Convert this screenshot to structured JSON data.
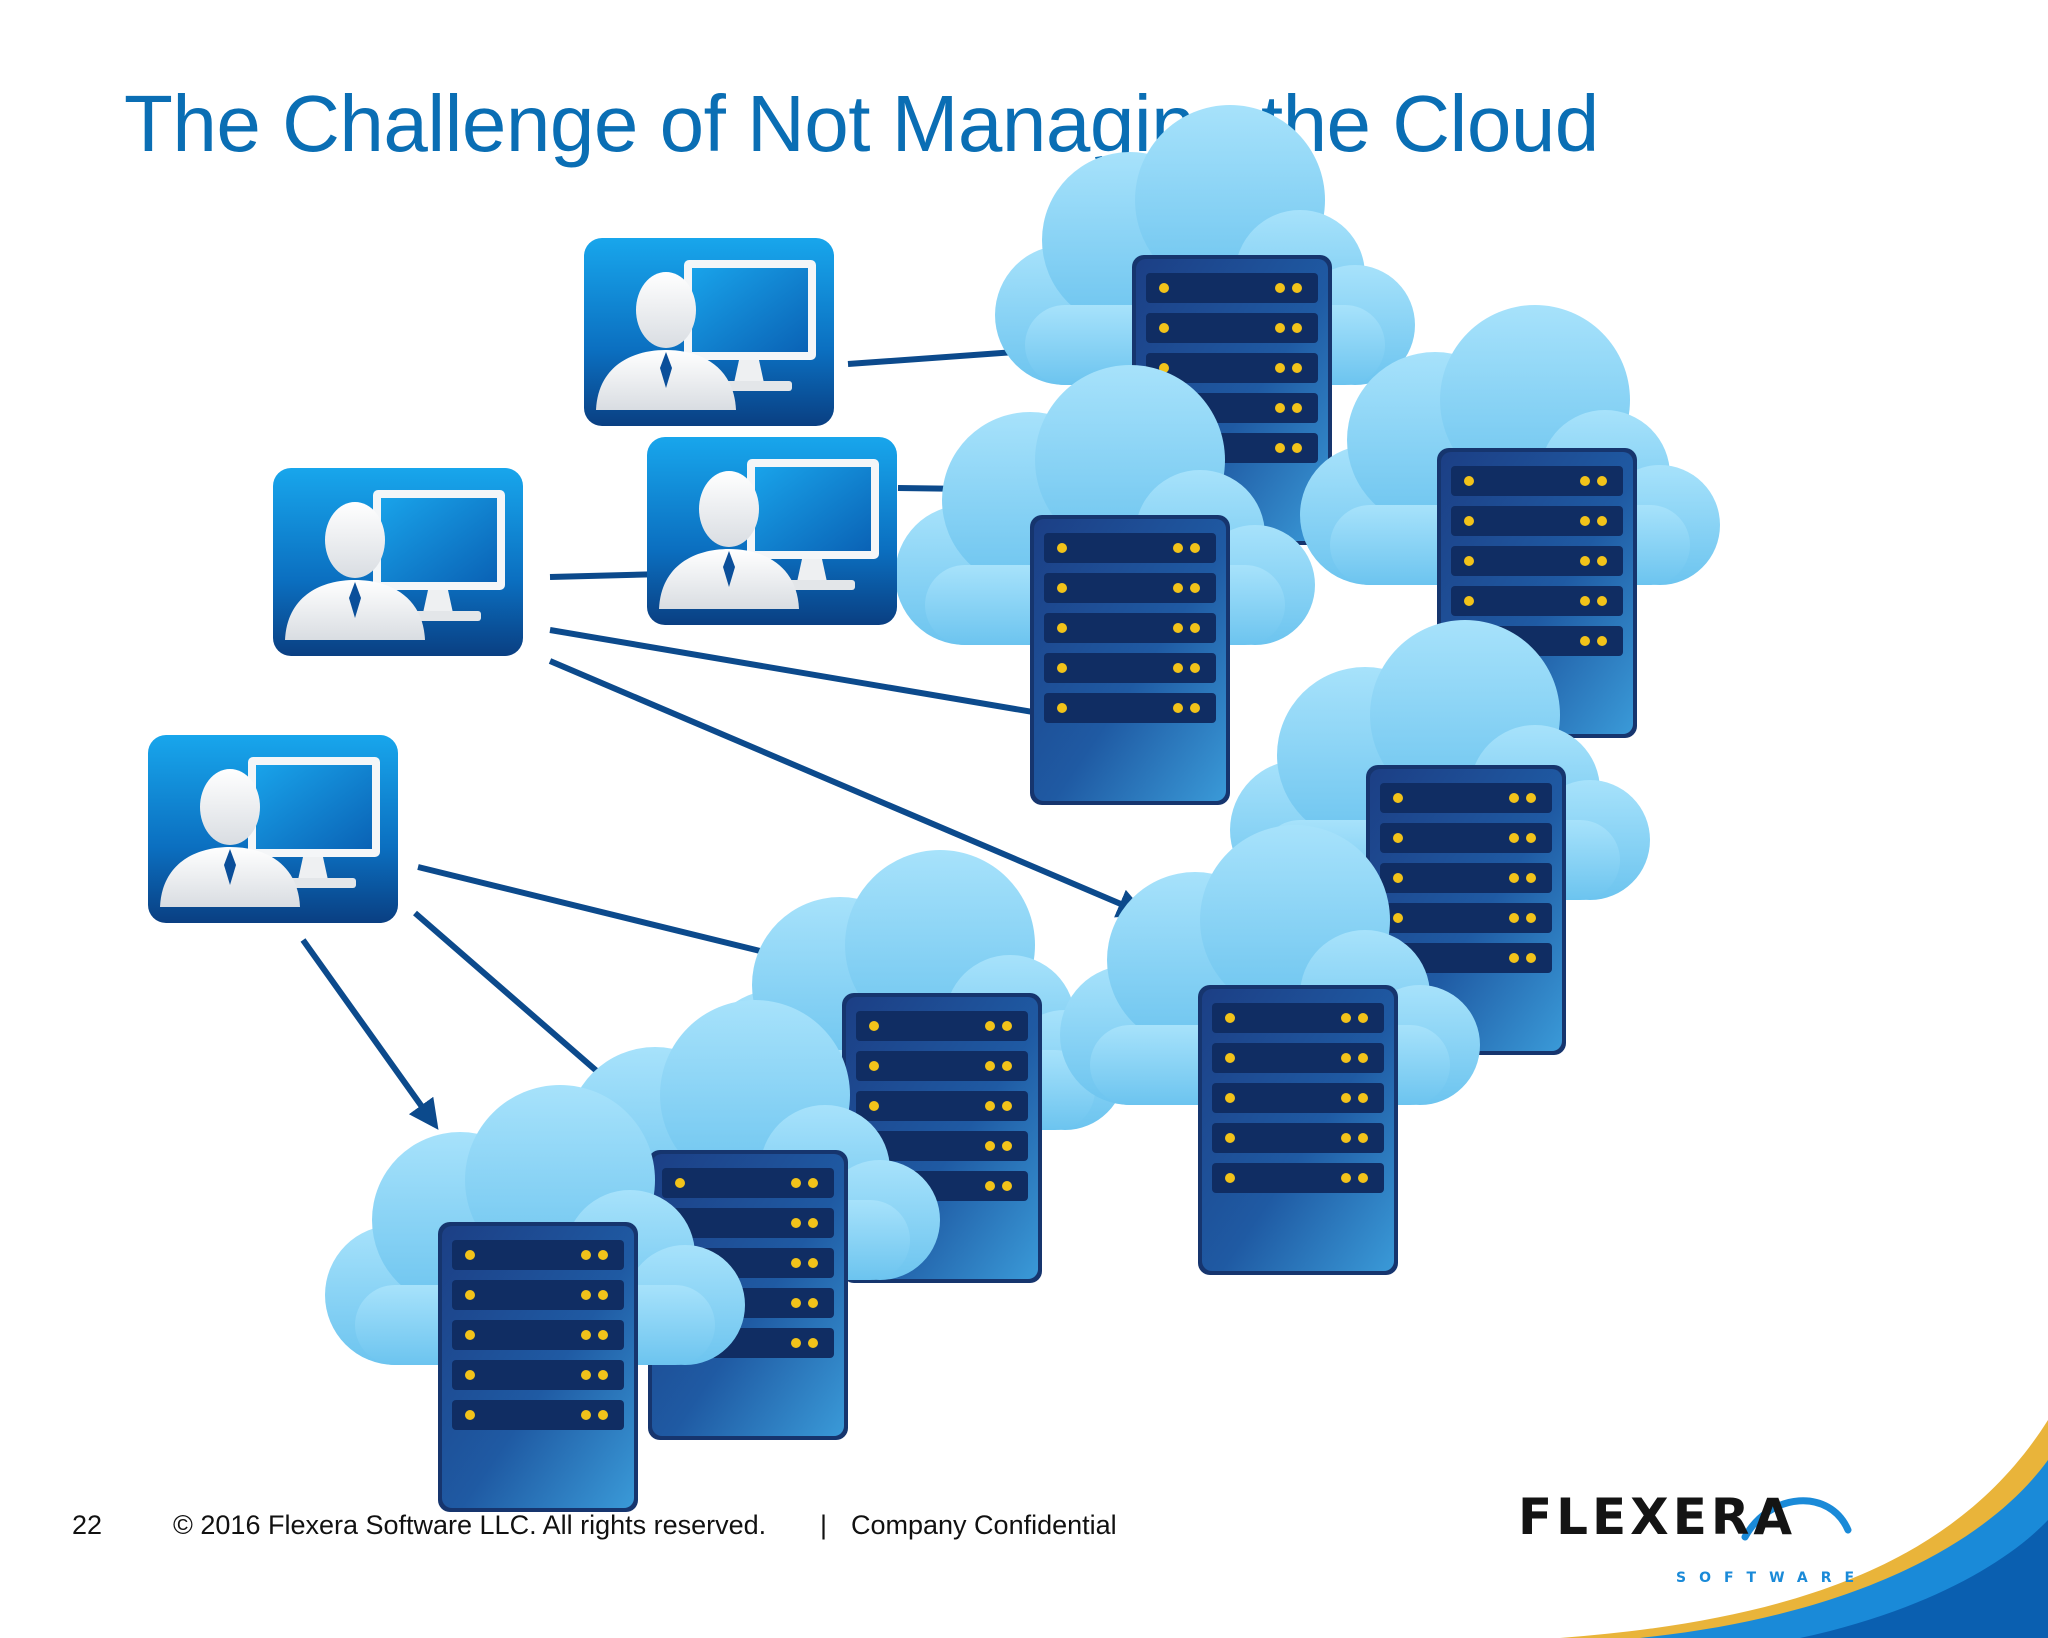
{
  "slide": {
    "title": "The Challenge of Not Managing the Cloud",
    "page_number": "22",
    "copyright": "© 2016 Flexera Software LLC. All rights reserved.",
    "separator": "|",
    "confidentiality": "Company Confidential"
  },
  "logo": {
    "wordmark": "FLEXERA",
    "subtitle": "SOFTWARE"
  },
  "colors": {
    "title": "#0a6eb4",
    "arrow": "#0c4a8c",
    "cloud": "#86d3f6",
    "server": "#1d4d94",
    "user_tile": "#0a78cc",
    "swoosh_gold": "#e9b43a",
    "swoosh_blue": "#1a8ad8"
  },
  "diagram": {
    "users": [
      "user-1",
      "user-2",
      "user-3",
      "user-4"
    ],
    "cloud_servers": [
      "cloud-1",
      "cloud-2",
      "cloud-3",
      "cloud-4",
      "cloud-5",
      "cloud-6",
      "cloud-7",
      "cloud-8"
    ],
    "connections": [
      {
        "from": "user-1",
        "to": "cloud-1"
      },
      {
        "from": "user-2",
        "to": "cloud-2"
      },
      {
        "from": "user-3",
        "to": "cloud-2"
      },
      {
        "from": "user-3",
        "to": "cloud-2"
      },
      {
        "from": "user-3",
        "to": "cloud-6"
      },
      {
        "from": "user-4",
        "to": "cloud-5"
      },
      {
        "from": "user-4",
        "to": "cloud-7"
      },
      {
        "from": "user-4",
        "to": "cloud-8"
      }
    ]
  }
}
